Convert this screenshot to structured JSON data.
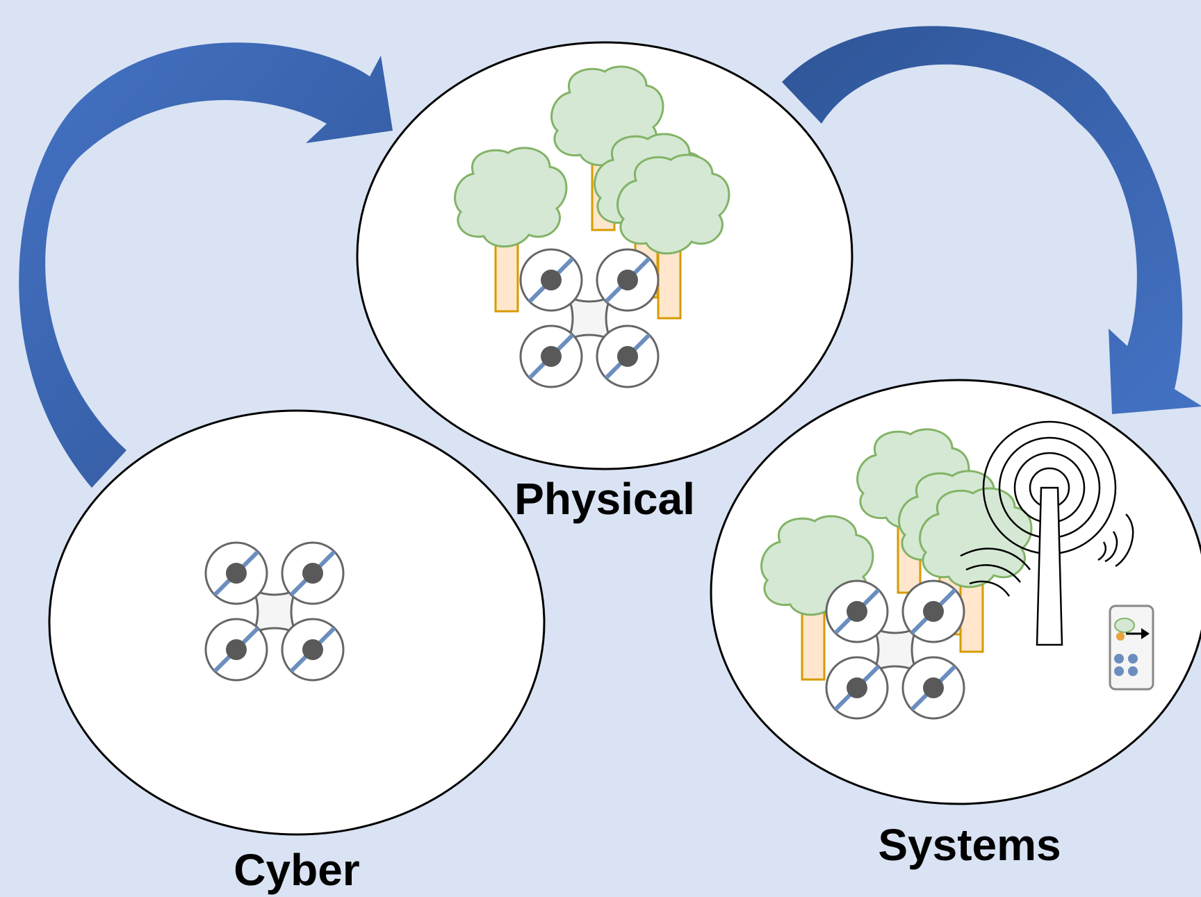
{
  "labels": {
    "physical": "Physical",
    "cyber": "Cyber",
    "systems": "Systems"
  },
  "colors": {
    "background": "#d9e3f3",
    "arrow_light": "#4472c4",
    "arrow_dark": "#2f5597",
    "tree_fill": "#d5e8d4",
    "tree_stroke": "#82b366",
    "trunk_fill": "#ffe6cc",
    "trunk_stroke": "#d79b00",
    "propeller_blade": "#6c8ebf",
    "motor_hub": "#595959",
    "drone_body": "#f5f5f5"
  },
  "icons": [
    "drone-icon",
    "tree-icon",
    "radio-tower-icon",
    "mobile-app-icon",
    "cycle-arrow"
  ]
}
